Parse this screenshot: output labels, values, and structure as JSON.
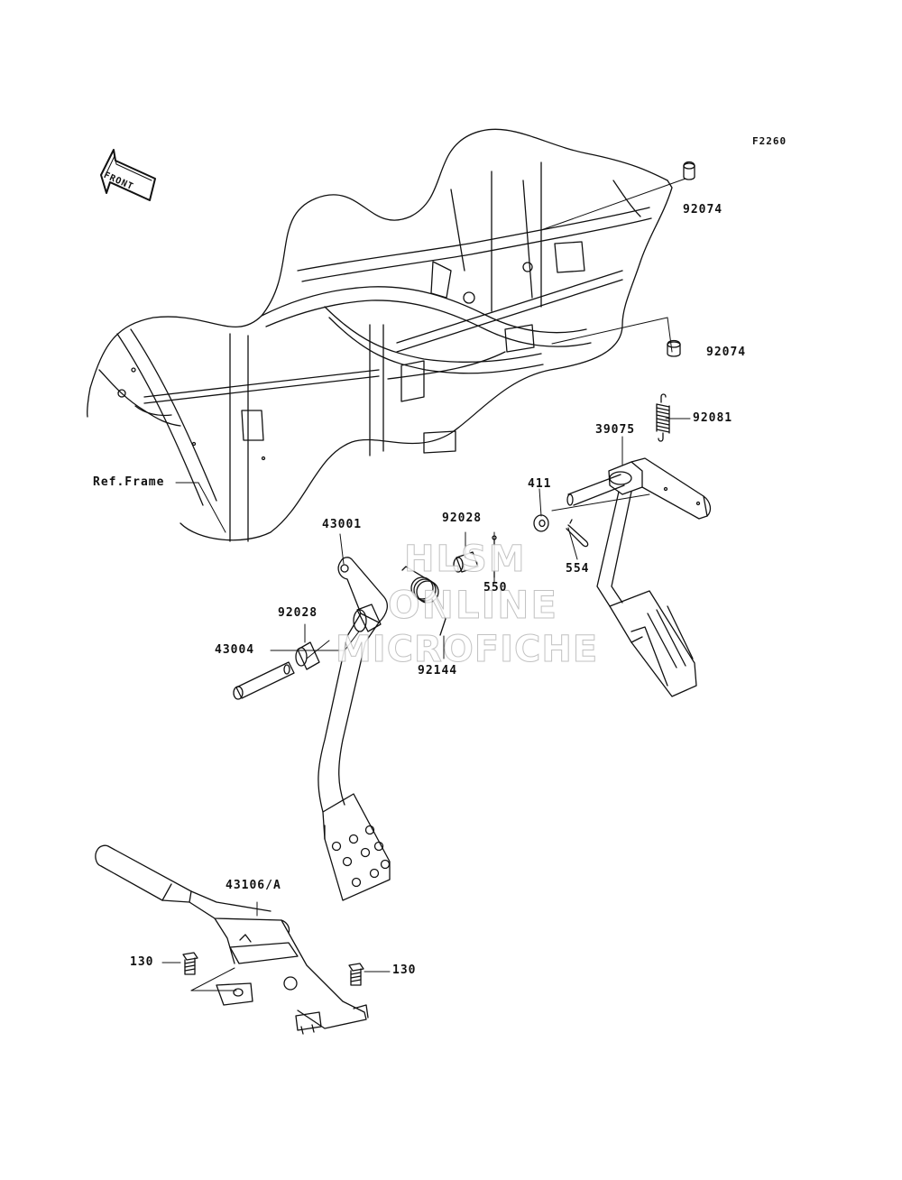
{
  "figure_code": "F2260",
  "front_arrow_label": "FRONT",
  "reference_label": "Ref.Frame",
  "part_labels": {
    "cap_upper": "92074",
    "cap_lower": "92074",
    "spring": "92081",
    "pedal_bracket": "39075",
    "washer": "411",
    "cotter_pin": "554",
    "pin_550": "550",
    "collar_upper": "92028",
    "collar_lower": "92028",
    "pedal_assy": "43001",
    "torsion_spring": "92144",
    "shaft": "43004",
    "parking_lever": "43106/A",
    "bolt_left": "130",
    "bolt_right": "130"
  },
  "watermark": {
    "line1": "HLSM",
    "line2": "ONLINE",
    "line3": "MICROFICHE"
  },
  "colors": {
    "line": "#111111",
    "watermark_outline": "#b8b8b8",
    "background": "#ffffff"
  }
}
